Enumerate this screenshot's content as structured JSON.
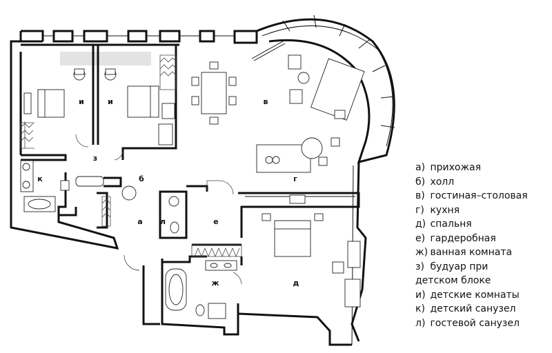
{
  "rooms": {
    "a": "а",
    "b": "б",
    "v": "в",
    "g": "г",
    "d": "д",
    "e": "е",
    "zh": "ж",
    "z": "з",
    "i1": "и",
    "i2": "и",
    "k": "к",
    "l": "л"
  },
  "legend": [
    {
      "letter": "а)",
      "text": "прихожая"
    },
    {
      "letter": "б)",
      "text": "холл"
    },
    {
      "letter": "в)",
      "text": "гостиная–столовая"
    },
    {
      "letter": "г)",
      "text": "кухня"
    },
    {
      "letter": "д)",
      "text": "спальня"
    },
    {
      "letter": "е)",
      "text": "гардеробная"
    },
    {
      "letter": "ж)",
      "text": "ванная комната"
    },
    {
      "letter": "з)",
      "text": "будуар при",
      "cont": "детском блоке"
    },
    {
      "letter": "и)",
      "text": "детские комнаты"
    },
    {
      "letter": "к)",
      "text": "детский санузел"
    },
    {
      "letter": "л)",
      "text": "гостевой санузел"
    }
  ]
}
